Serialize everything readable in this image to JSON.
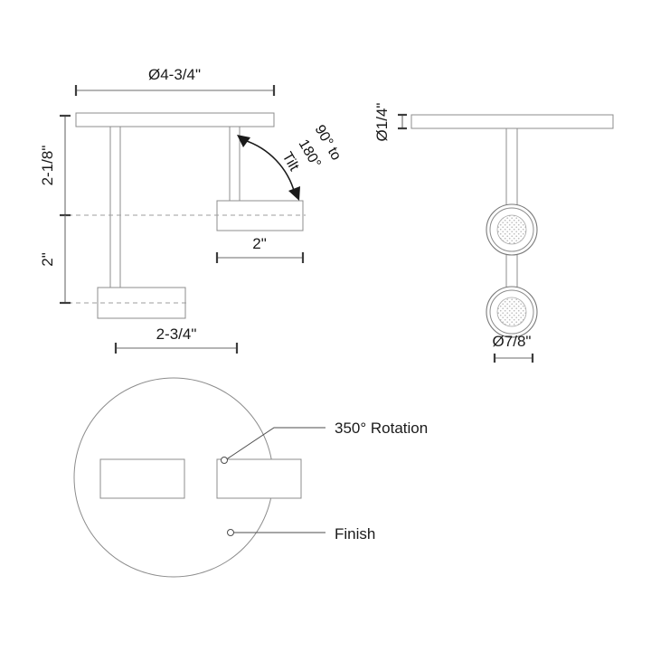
{
  "drawing": {
    "title": "Fixture Dimension Spec Drawing",
    "colors": {
      "line": "#8c8c8c",
      "dimension": "#6b6b6b",
      "text": "#1a1a1a",
      "background": "#ffffff"
    },
    "front_view": {
      "name": "front-elevation",
      "dimensions": {
        "canopy_width": "Ø4-3/4\"",
        "upper_drop": "2-1/8\"",
        "lower_drop": "2\"",
        "upper_head_width": "2\"",
        "lower_head_width": "2-3/4\""
      },
      "tilt_note": {
        "line1": "90° to",
        "line2": "180°",
        "line3": "Tilt"
      }
    },
    "side_view": {
      "name": "side-elevation",
      "dimensions": {
        "canopy_thickness": "Ø1/4\"",
        "head_diameter": "Ø7/8\""
      }
    },
    "plan_view": {
      "name": "plan-view",
      "callouts": [
        {
          "label": "350° Rotation",
          "target": "rotation-joint"
        },
        {
          "label": "Finish",
          "target": "canopy-finish"
        }
      ]
    }
  }
}
